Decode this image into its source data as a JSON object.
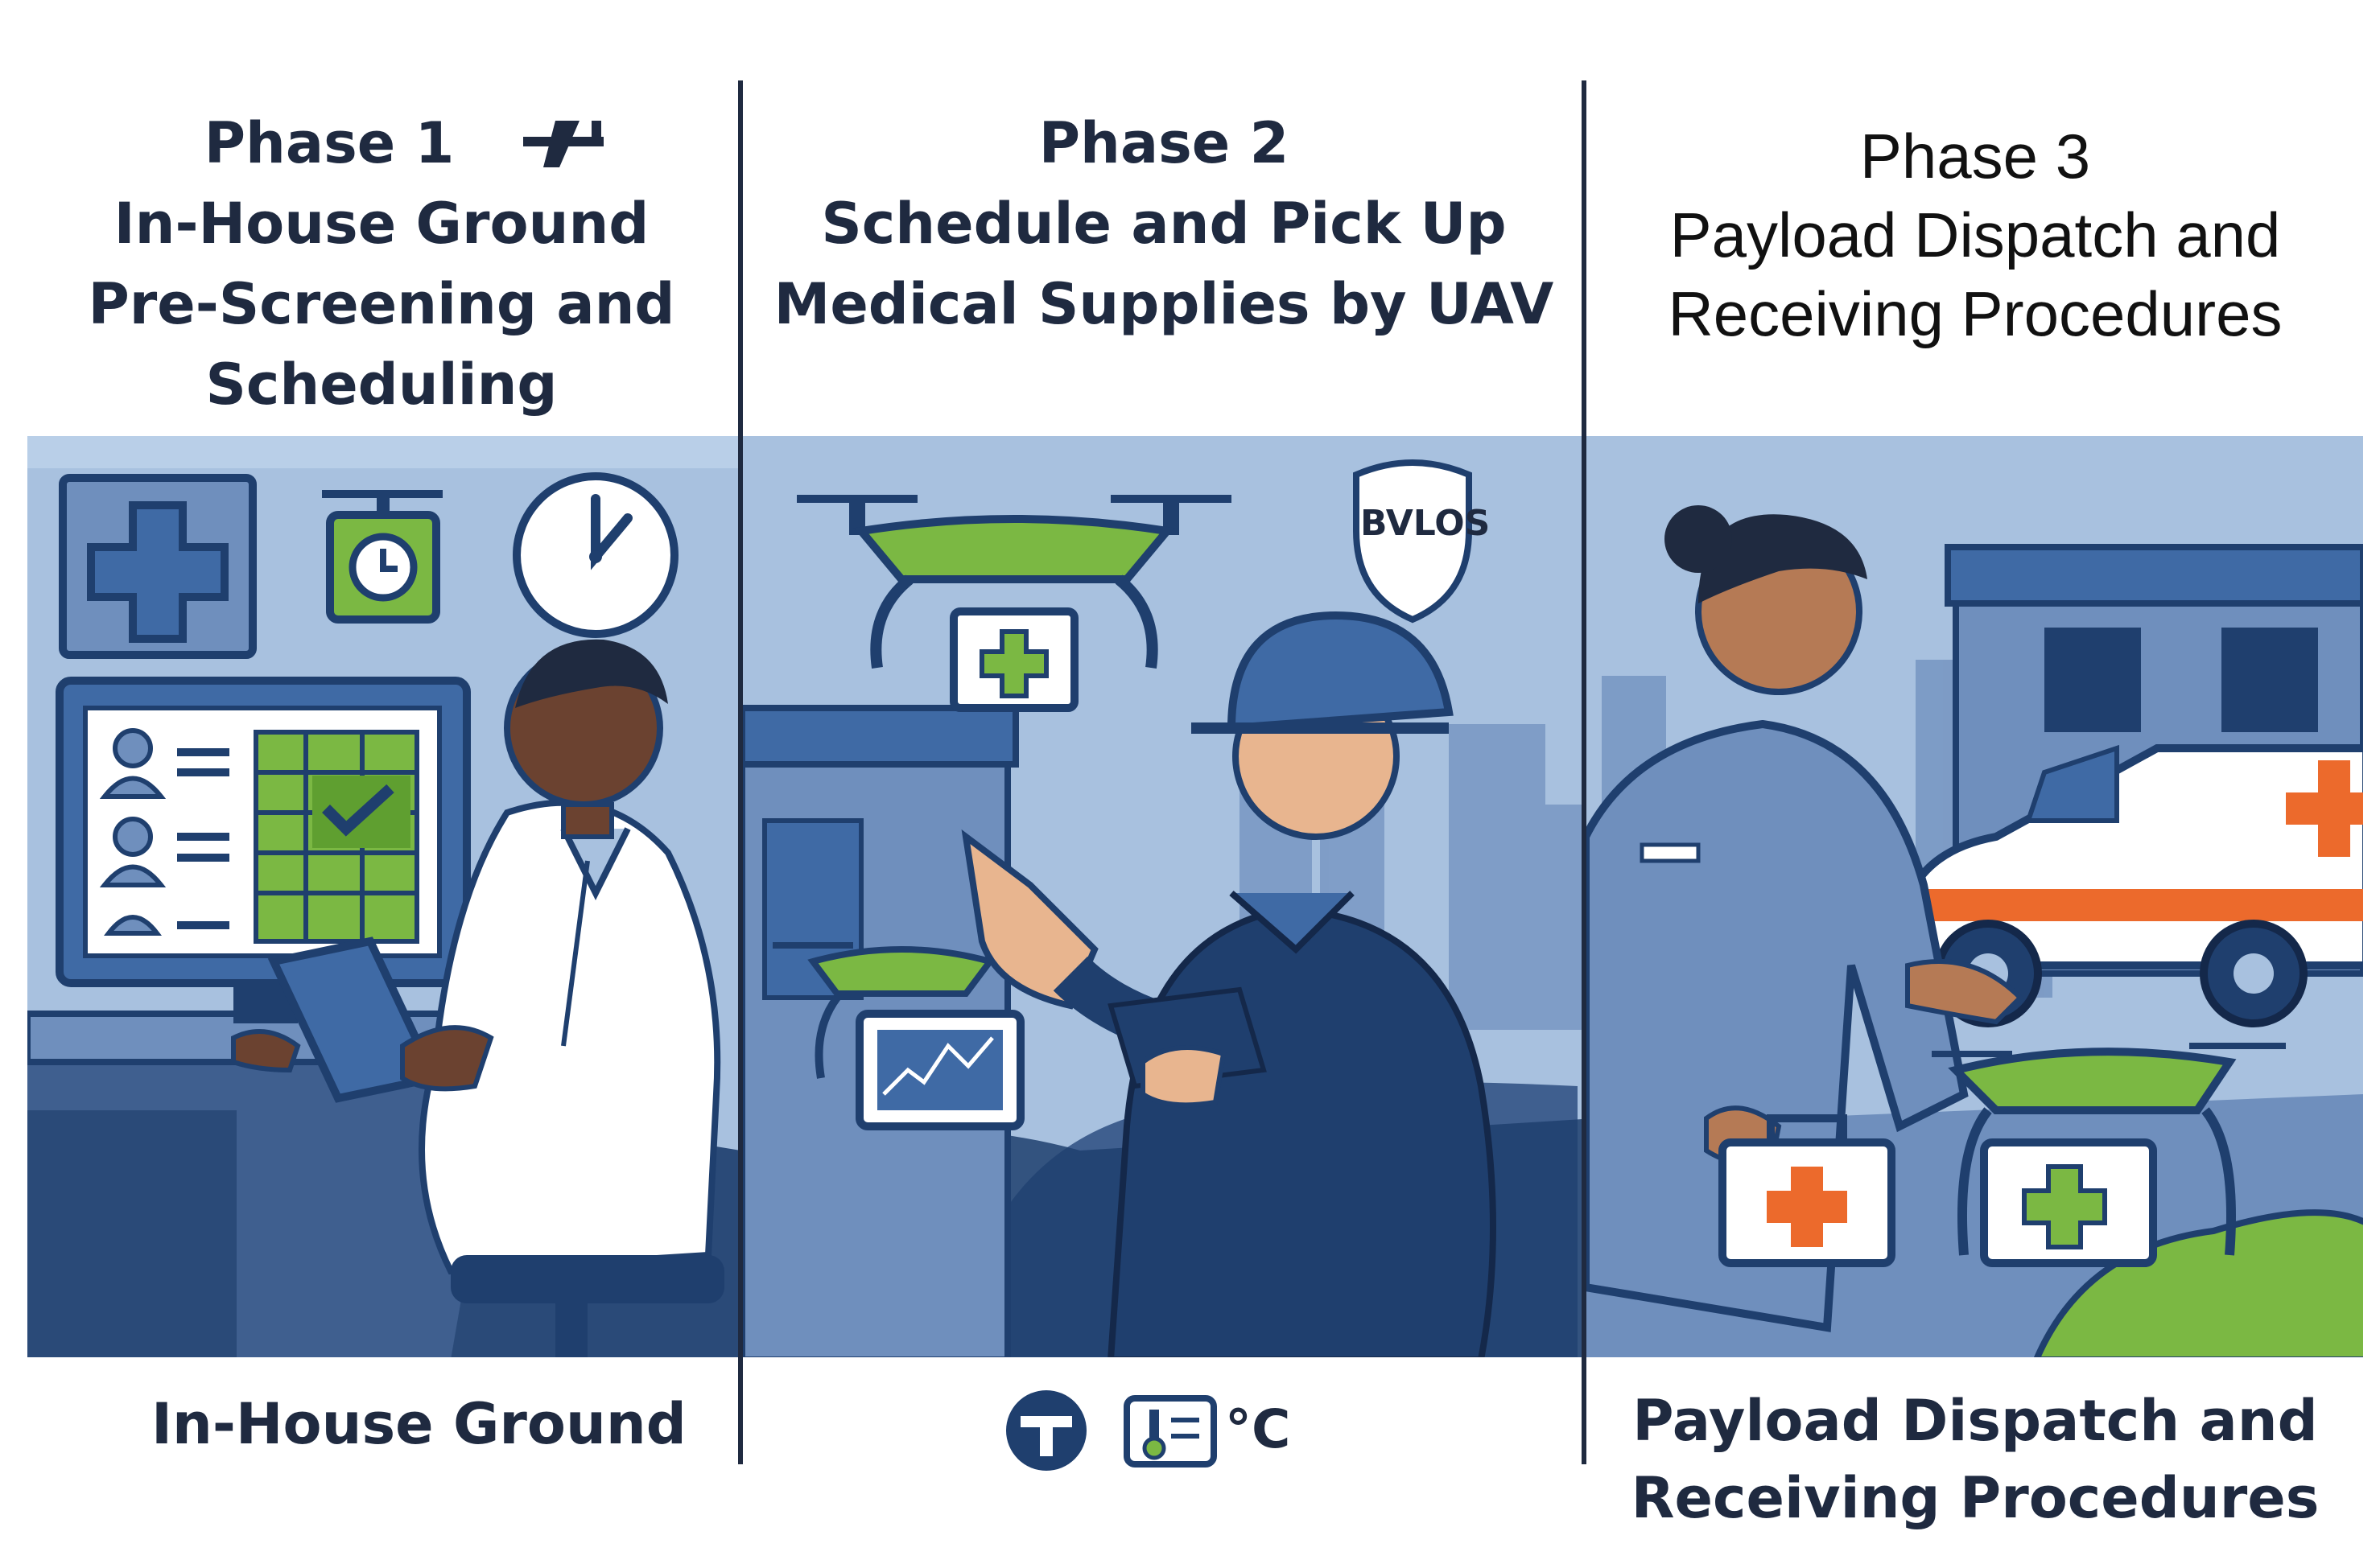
{
  "phases": [
    {
      "label": "Phase 1",
      "title_lines": [
        "In-House Ground",
        "Pre-Screening and",
        "Scheduling"
      ],
      "footer_lines": [
        "In-House Ground"
      ]
    },
    {
      "label": "Phase 2",
      "title_lines": [
        "Schedule and Pick Up",
        "Medical Supplies by UAV"
      ],
      "footer_unit": "°C"
    },
    {
      "label": "Phase 3",
      "title_lines": [
        "Payload Dispatch and",
        "Receiving Procedures"
      ],
      "footer_lines": [
        "Payload Dispatch and",
        "Receiving Procedures"
      ]
    }
  ],
  "badge": "BVLOS",
  "colors": {
    "navy": "#1f3f6e",
    "panel_bg": "#a8c1df",
    "mid_blue": "#6f8fbd",
    "green": "#7bb843",
    "orange": "#ec6a2c",
    "skin_dark": "#6b4230",
    "skin_light": "#e8b58f",
    "skin_mid": "#b57a55",
    "text": "#1f2a40"
  },
  "icons": [
    "plane-icon",
    "medical-cross-icon",
    "timer-icon",
    "clock-icon",
    "drone-icon",
    "shield-badge-icon",
    "tablet-icon",
    "ambulance-icon",
    "first-aid-kit-icon",
    "drone-launch-icon",
    "thermometer-icon"
  ]
}
